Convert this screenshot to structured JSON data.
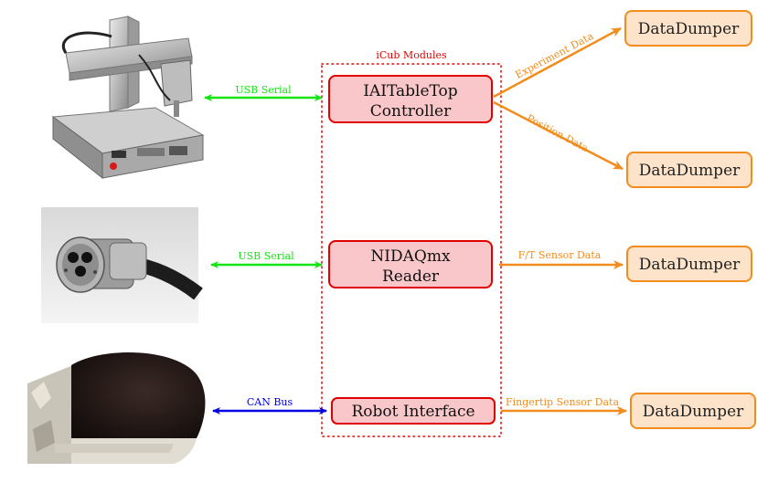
{
  "group": {
    "label": "iCub Modules"
  },
  "modules": {
    "table_controller": {
      "line1": "IAITableTop",
      "line2": "Controller"
    },
    "nidaq_reader": {
      "line1": "NIDAQmx",
      "line2": "Reader"
    },
    "robot_interface": {
      "label": "Robot Interface"
    }
  },
  "dumpers": {
    "experiment": "DataDumper",
    "position": "DataDumper",
    "ft_sensor": "DataDumper",
    "fingertip": "DataDumper"
  },
  "links": {
    "usb_serial_1": "USB Serial",
    "usb_serial_2": "USB Serial",
    "can_bus": "CAN Bus",
    "experiment_data": "Experiment Data",
    "position_data": "Position Data",
    "ft_sensor_data": "F/T Sensor Data",
    "fingertip_sensor_data": "Fingertip Sensor Data"
  },
  "colors": {
    "module_fill": "#f9c6c9",
    "module_stroke": "#e00000",
    "dumper_fill": "#fde3c9",
    "dumper_stroke": "#f28c1c",
    "usb_link": "#11e611",
    "can_link": "#0000e6",
    "data_link": "#f28c1c",
    "group_border": "#e00000"
  },
  "images": {
    "gantry_robot": "cartesian-table-robot-photo",
    "ft_sensor": "force-torque-sensor-photo",
    "fingertip": "robot-fingertip-photo"
  }
}
